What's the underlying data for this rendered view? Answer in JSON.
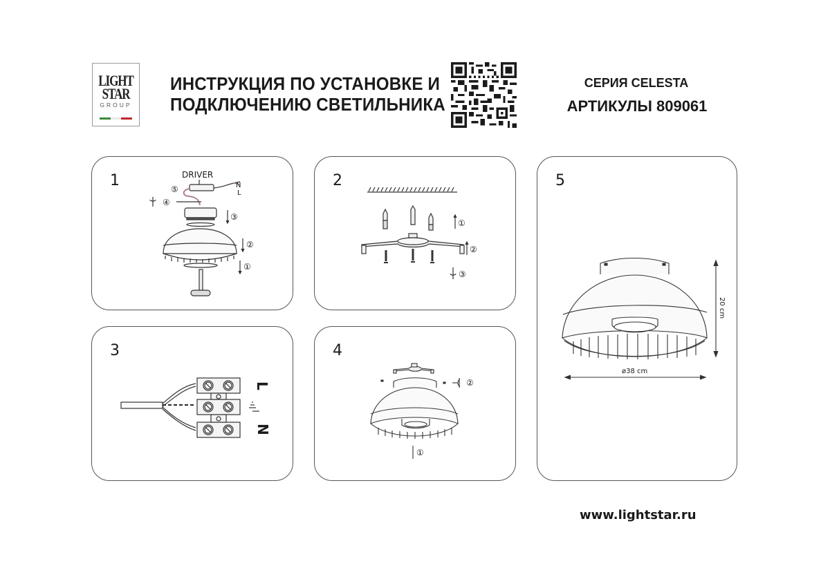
{
  "header": {
    "logo": {
      "line1": "LIGHT",
      "line2": "STAR",
      "line3": "GROUP",
      "flag_colors": [
        "#3a8a3a",
        "#ffffff",
        "#c0272d"
      ]
    },
    "title_line1": "ИНСТРУКЦИЯ ПО УСТАНОВКЕ И",
    "title_line2": "ПОДКЛЮЧЕНИЮ СВЕТИЛЬНИКА",
    "qr_code": "qr-code",
    "series": "СЕРИЯ CELESTA",
    "article": "АРТИКУЛЫ 809061"
  },
  "steps": [
    {
      "number": "1",
      "labels": {
        "driver": "DRIVER",
        "n": "N",
        "l": "L",
        "c1": "①",
        "c2": "②",
        "c3": "③",
        "c4": "④",
        "c5": "⑤"
      }
    },
    {
      "number": "2",
      "labels": {
        "c1": "①",
        "c2": "②",
        "c3": "③"
      }
    },
    {
      "number": "3",
      "labels": {
        "l": "L",
        "ground": "⏚",
        "n": "N"
      }
    },
    {
      "number": "4",
      "labels": {
        "c1": "①",
        "c2": "②"
      }
    },
    {
      "number": "5",
      "labels": {
        "height": "20 cm",
        "diameter": "ø38 cm"
      }
    }
  ],
  "footer": {
    "url": "www.lightstar.ru"
  },
  "colors": {
    "line": "#333333",
    "panel_border": "#555555",
    "wire": "#b0809a"
  }
}
